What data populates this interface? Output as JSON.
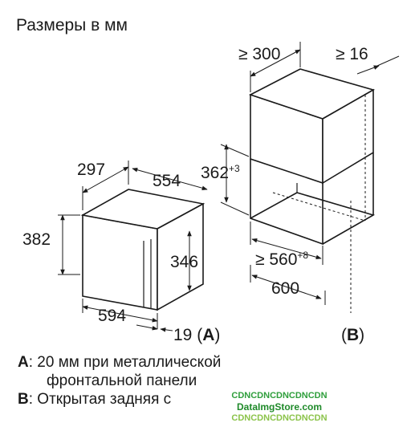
{
  "title": "Размеры в мм",
  "microwave": {
    "depth": "297",
    "width_inner": "554",
    "height": "382",
    "door_height": "346",
    "width": "594",
    "offset": "19",
    "variant_label": "A"
  },
  "niche": {
    "top_depth": "≥ 300",
    "top_gap": "≥ 16",
    "opening_height": "362",
    "opening_height_tol": "+3",
    "opening_width": "≥ 560",
    "opening_width_tol": "+8",
    "depth": "600",
    "variant_label": "B"
  },
  "notes": [
    {
      "key": "A",
      "text": ": 20 мм при металлической"
    },
    {
      "key": "",
      "text": "фронтальной панели"
    },
    {
      "key": "B",
      "text": ": Открытая задняя с"
    }
  ],
  "watermark": {
    "line1": "CDNCDNCDNCDNCDN",
    "line2": "DataImgStore.com",
    "line3": "CDNCDNCDNCDNCDN"
  }
}
